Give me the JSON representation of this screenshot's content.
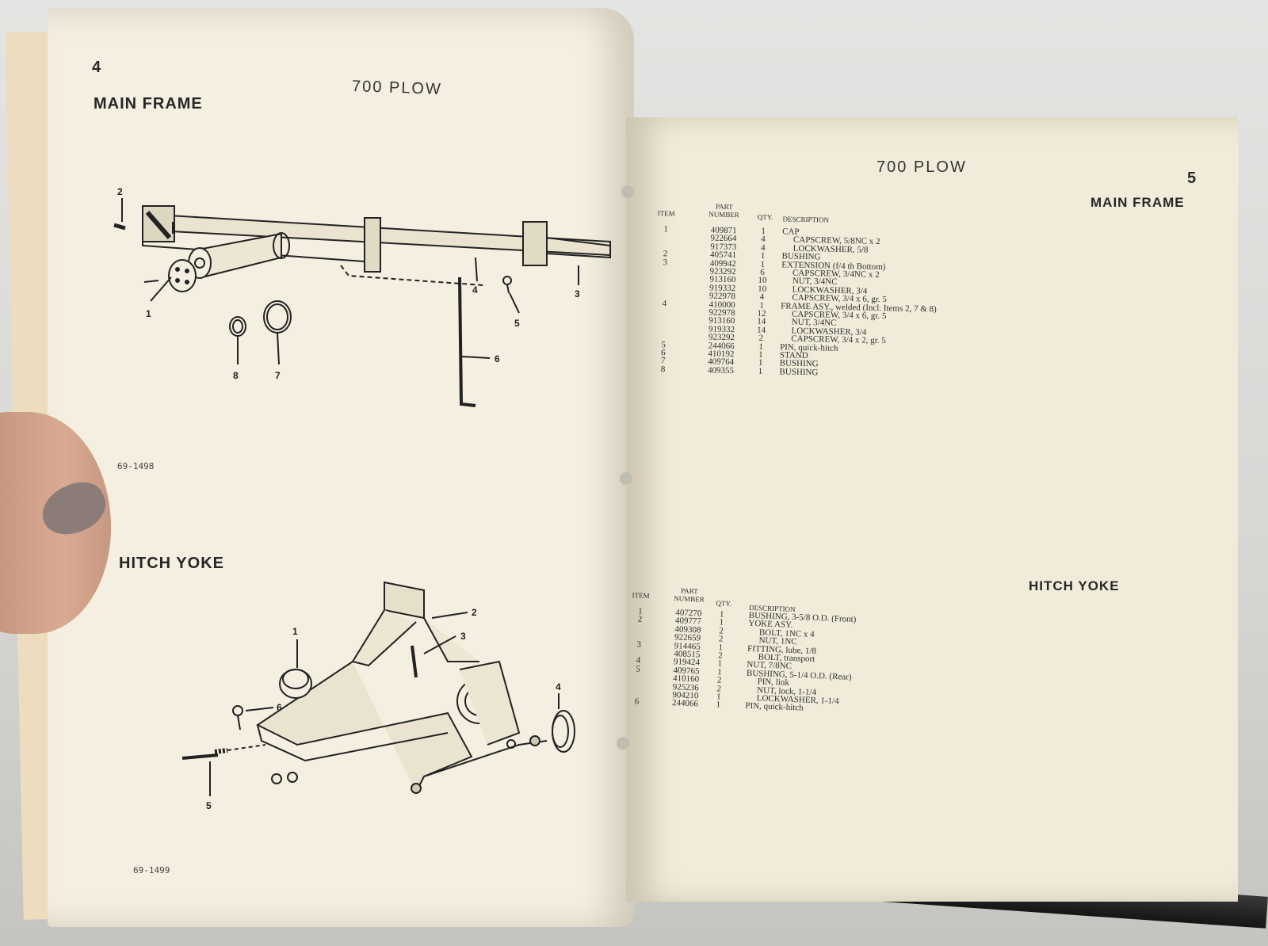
{
  "left_page": {
    "page_number": "4",
    "running_head": "700 PLOW",
    "main_frame_title": "MAIN FRAME",
    "main_frame_fig_code": "69-1498",
    "hitch_yoke_title": "HITCH YOKE",
    "hitch_yoke_fig_code": "69-1499",
    "main_frame_callouts": [
      "2",
      "1",
      "8",
      "7",
      "4",
      "5",
      "6",
      "3"
    ],
    "hitch_yoke_callouts": [
      "1",
      "2",
      "3",
      "6",
      "5",
      "4"
    ]
  },
  "right_page": {
    "page_number": "5",
    "running_head": "700 PLOW",
    "headers": {
      "item": "ITEM",
      "part_number": "PART NUMBER",
      "qty": "QTY.",
      "description": "DESCRIPTION"
    },
    "main_frame": {
      "title": "MAIN FRAME",
      "rows": [
        {
          "item": "1",
          "part": "409871",
          "qty": "1",
          "desc": "CAP"
        },
        {
          "item": "",
          "part": "922664",
          "qty": "4",
          "desc": "CAPSCREW, 5/8NC x 2"
        },
        {
          "item": "",
          "part": "917373",
          "qty": "4",
          "desc": "LOCKWASHER, 5/8"
        },
        {
          "item": "2",
          "part": "405741",
          "qty": "1",
          "desc": "BUSHING"
        },
        {
          "item": "3",
          "part": "409942",
          "qty": "1",
          "desc": "EXTENSION (f/4 th Bottom)"
        },
        {
          "item": "",
          "part": "923292",
          "qty": "6",
          "desc": "CAPSCREW, 3/4NC x 2"
        },
        {
          "item": "",
          "part": "913160",
          "qty": "10",
          "desc": "NUT, 3/4NC"
        },
        {
          "item": "",
          "part": "919332",
          "qty": "10",
          "desc": "LOCKWASHER, 3/4"
        },
        {
          "item": "",
          "part": "922978",
          "qty": "4",
          "desc": "CAPSCREW, 3/4 x 6, gr. 5"
        },
        {
          "item": "4",
          "part": "410000",
          "qty": "1",
          "desc": "FRAME ASY., welded (Incl. Items 2, 7 & 8)"
        },
        {
          "item": "",
          "part": "922978",
          "qty": "12",
          "desc": "CAPSCREW, 3/4 x 6, gr. 5"
        },
        {
          "item": "",
          "part": "913160",
          "qty": "14",
          "desc": "NUT, 3/4NC"
        },
        {
          "item": "",
          "part": "919332",
          "qty": "14",
          "desc": "LOCKWASHER, 3/4"
        },
        {
          "item": "",
          "part": "923292",
          "qty": "2",
          "desc": "CAPSCREW, 3/4 x 2, gr. 5"
        },
        {
          "item": "5",
          "part": "244066",
          "qty": "1",
          "desc": "PIN, quick-hitch"
        },
        {
          "item": "6",
          "part": "410192",
          "qty": "1",
          "desc": "STAND"
        },
        {
          "item": "7",
          "part": "409764",
          "qty": "1",
          "desc": "BUSHING"
        },
        {
          "item": "8",
          "part": "409355",
          "qty": "1",
          "desc": "BUSHING"
        }
      ]
    },
    "hitch_yoke": {
      "title": "HITCH YOKE",
      "rows": [
        {
          "item": "1",
          "part": "407270",
          "qty": "1",
          "desc": "BUSHING, 3-5/8 O.D. (Front)"
        },
        {
          "item": "2",
          "part": "409777",
          "qty": "1",
          "desc": "YOKE ASY."
        },
        {
          "item": "",
          "part": "409308",
          "qty": "2",
          "desc": "BOLT, 1NC x 4"
        },
        {
          "item": "",
          "part": "922659",
          "qty": "2",
          "desc": "NUT, 1NC"
        },
        {
          "item": "3",
          "part": "914465",
          "qty": "1",
          "desc": "FITTING, lube, 1/8"
        },
        {
          "item": "",
          "part": "408515",
          "qty": "2",
          "desc": "BOLT, transport"
        },
        {
          "item": "4",
          "part": "919424",
          "qty": "1",
          "desc": "NUT, 7/8NC"
        },
        {
          "item": "5",
          "part": "409765",
          "qty": "1",
          "desc": "BUSHING, 5-1/4 O.D. (Rear)"
        },
        {
          "item": "",
          "part": "410160",
          "qty": "2",
          "desc": "PIN, link"
        },
        {
          "item": "",
          "part": "925236",
          "qty": "2",
          "desc": "NUT, lock, 1-1/4"
        },
        {
          "item": "",
          "part": "904210",
          "qty": "1",
          "desc": "LOCKWASHER, 1-1/4"
        },
        {
          "item": "6",
          "part": "244066",
          "qty": "1",
          "desc": "PIN, quick-hitch"
        }
      ]
    }
  }
}
